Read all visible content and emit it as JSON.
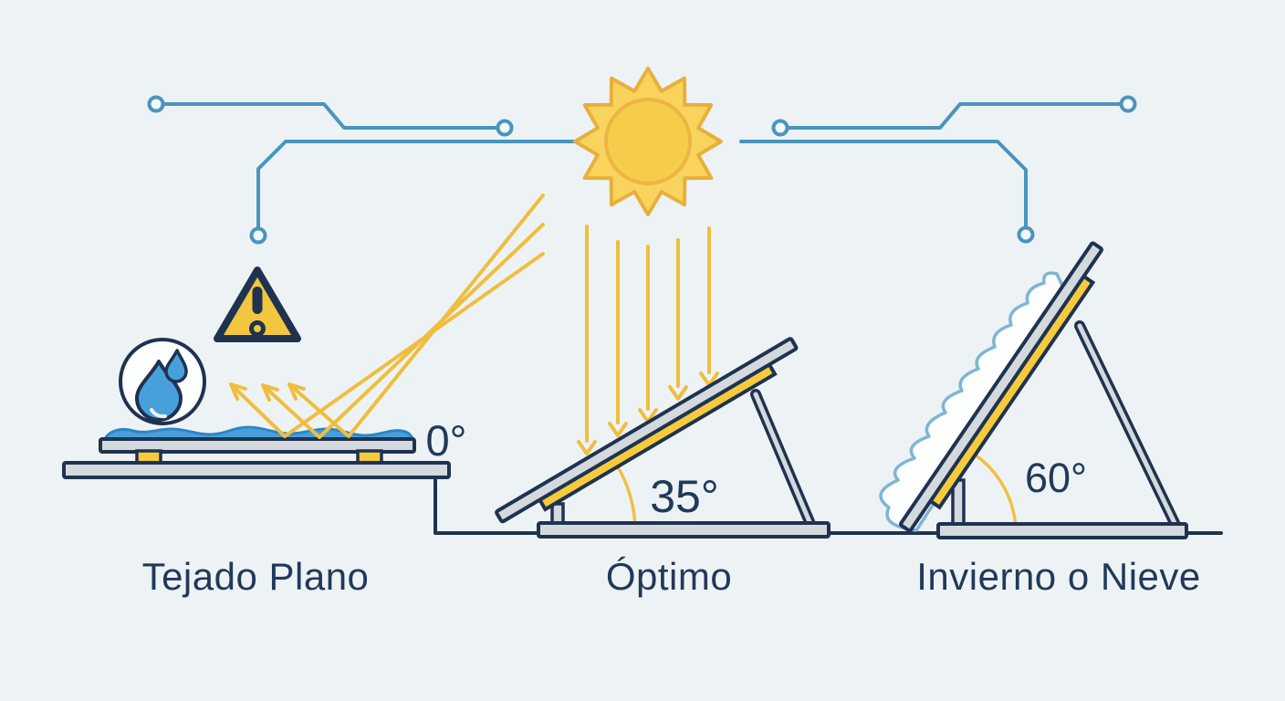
{
  "diagram": {
    "subject": "solar-panel-tilt-angles",
    "sections": [
      {
        "id": "flat-roof",
        "label": "Tejado Plano",
        "angle": "0°"
      },
      {
        "id": "optimal",
        "label": "Óptimo",
        "angle": "35°"
      },
      {
        "id": "winter",
        "label": "Invierno o Nieve",
        "angle": "60°"
      }
    ],
    "icons": [
      "sun-icon",
      "warning-triangle-icon",
      "water-drops-icon",
      "circuit-trace-icon",
      "circuit-node-icon",
      "sun-ray-arrow-icon",
      "reflection-arrow-icon",
      "angle-arc-icon",
      "snow-icon"
    ],
    "colors": {
      "background": "#EDF3F5",
      "outline_navy": "#1F3350",
      "text_navy": "#21395A",
      "circuit_blue": "#4A94BE",
      "water_blue": "#48A0DB",
      "water_edge_blue": "#2E86C3",
      "panel_gray": "#D4D9DE",
      "sun_fill": "#F6CD4A",
      "sun_spike_fill": "#F8D45C",
      "sun_outline": "#E8AF3C",
      "ray_yellow": "#EFBE3F",
      "warning_yellow": "#F2C63E",
      "panel_stripe_yellow": "#F5CB3D",
      "snow_outline": "#7FB5D3",
      "snow_fill": "#FDFFFF"
    }
  }
}
